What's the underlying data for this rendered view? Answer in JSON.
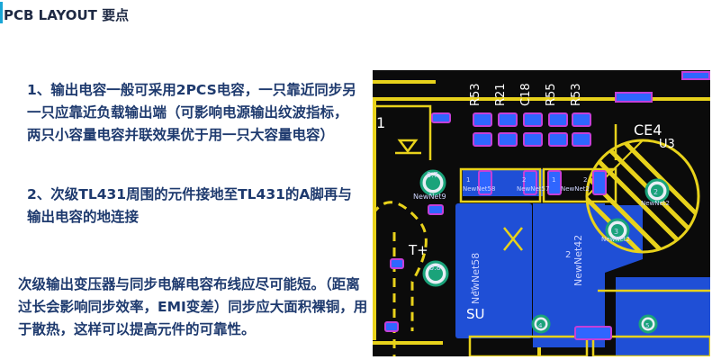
{
  "slide": {
    "title": "PCB LAYOUT 要点",
    "accent_color": "#1aa6d6"
  },
  "points": [
    {
      "text": "1、输出电容一般可采用2PCS电容，一只靠近同步另一只应靠近负载输出端（可影响电源输出纹波指标，两只小容量电容并联效果优于用一只大容量电容）"
    },
    {
      "text": "2、次级TL431周围的元件接地至TL431的A脚再与输出电容的地连接"
    },
    {
      "text": "次级输出变压器与同步电解电容布线应尽可能短。（距离过长会影响同步效率，EMI变差）同步应大面积裸铜，用于散热，这样可以提高元件的可靠性。"
    }
  ],
  "pcb": {
    "colors": {
      "board": "#0b0b0b",
      "copper": "#1f4fd6",
      "pad": "#2f66ff",
      "silk": "#ffffff",
      "keepout": "#e8d21b",
      "via": "#1aa37a",
      "pad_outline": "#c43fd8"
    },
    "silk_labels": [
      "R53",
      "R21",
      "C18",
      "R55",
      "R53",
      "CE4",
      "U3",
      "T+",
      "SU"
    ],
    "silk_labels_small": [
      "1"
    ],
    "net_labels": [
      "NewNet9",
      "NewNet58",
      "NewNet57",
      "NewNet2",
      "NewNet2",
      "NewNet58",
      "NewNet42",
      "NewNet2"
    ],
    "pad_numbers": [
      "0.7",
      "0.8",
      "1",
      "2",
      "1",
      "2",
      "1",
      "2",
      "2",
      "3",
      "4",
      "5"
    ]
  }
}
